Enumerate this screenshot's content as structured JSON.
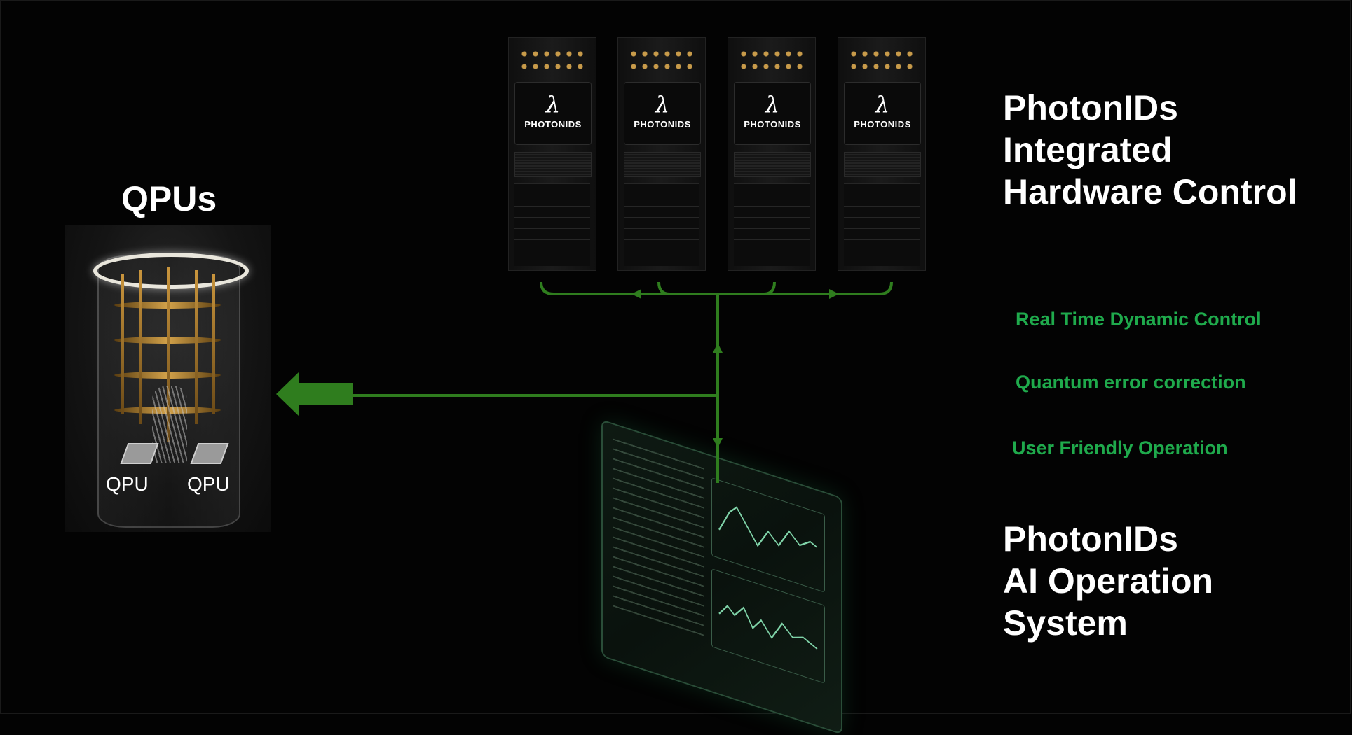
{
  "qpus": {
    "title": "QPUs",
    "qpu_left": "QPU",
    "qpu_right": "QPU"
  },
  "hardware": {
    "title_lines": [
      "PhotonIDs",
      "Integrated",
      "Hardware Control"
    ],
    "racks": [
      {
        "symbol": "λ",
        "brand": "PHOTONIDS"
      },
      {
        "symbol": "λ",
        "brand": "PHOTONIDS"
      },
      {
        "symbol": "λ",
        "brand": "PHOTONIDS"
      },
      {
        "symbol": "λ",
        "brand": "PHOTONIDS"
      }
    ]
  },
  "features": [
    "Real Time Dynamic Control",
    "Quantum error correction",
    "User Friendly Operation"
  ],
  "ai_os": {
    "title_lines": [
      "PhotonIDs",
      "AI Operation",
      "System"
    ]
  },
  "colors": {
    "background": "#030303",
    "connector_green": "#2f7d1e",
    "feature_text": "#1faa4c",
    "title_text": "#ffffff"
  }
}
